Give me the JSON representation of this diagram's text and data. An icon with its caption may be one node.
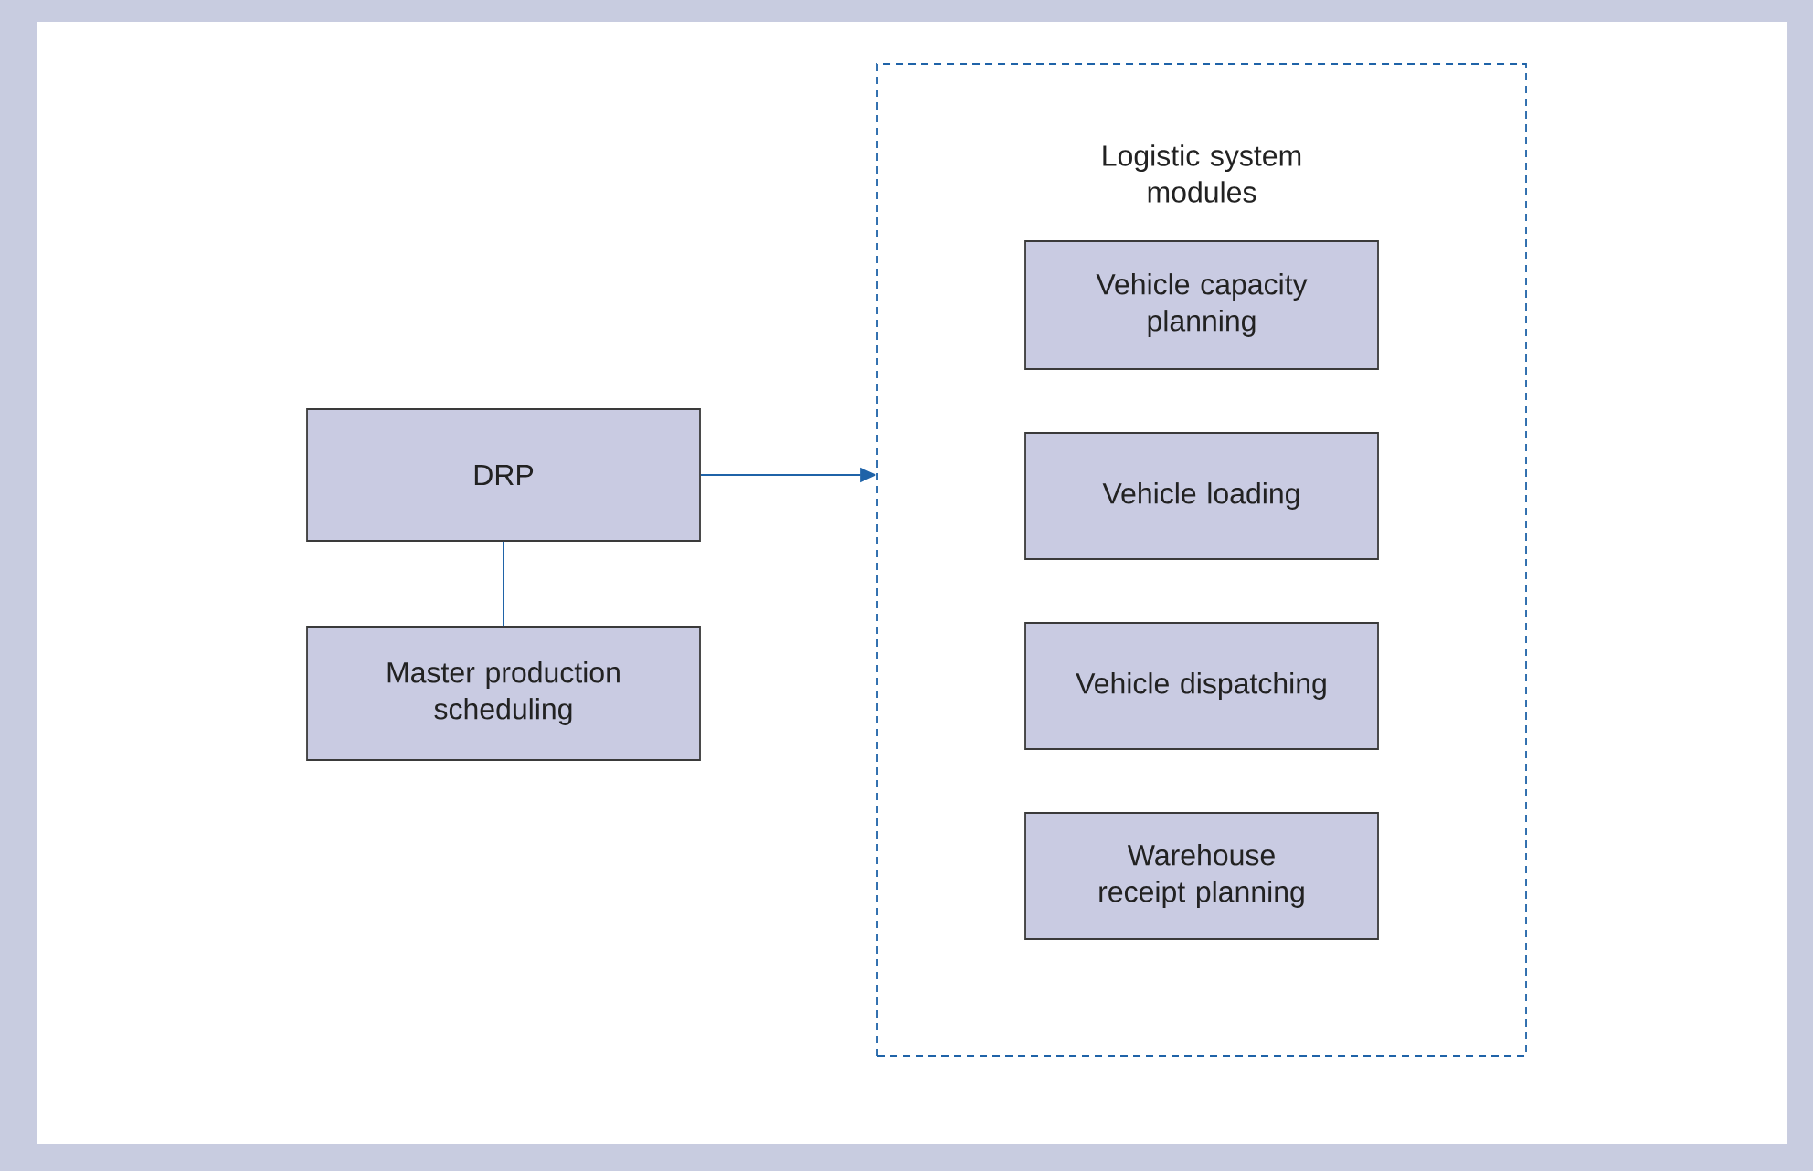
{
  "diagram": {
    "nodes": [
      {
        "text": [
          "DRP"
        ]
      },
      {
        "text": [
          "Master production scheduling"
        ]
      },
      {
        "text": [
          "Logistic system modules"
        ]
      },
      {
        "text": [
          "Vehicle capacity planning"
        ],
        "in": 2
      },
      {
        "text": [
          "Vehicle loading"
        ],
        "in": 2
      },
      {
        "text": [
          "Vehicle dispatching"
        ],
        "in": 2
      },
      {
        "text": [
          "Warehouse receipt planning"
        ],
        "in": 2
      }
    ],
    "edges": [
      {
        "from": 0,
        "to": 2,
        "arrow": "to"
      },
      {
        "from": 0,
        "to": 1,
        "arrow": "none"
      }
    ]
  }
}
